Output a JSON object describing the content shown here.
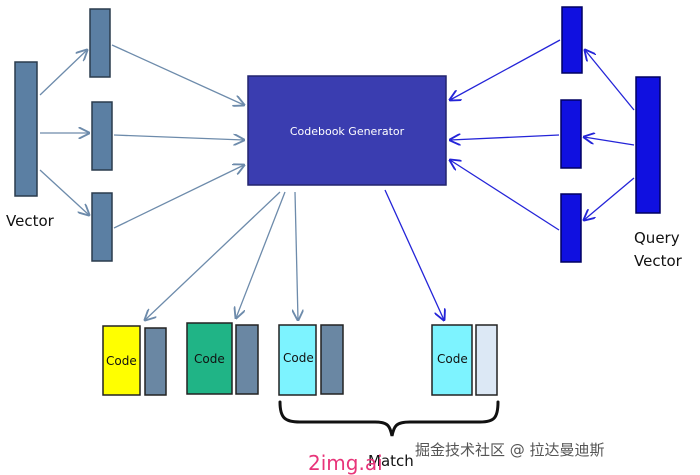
{
  "generator": {
    "label": "Codebook Generator"
  },
  "labels": {
    "vector": "Vector",
    "query_line1": "Query",
    "query_line2": "Vector",
    "match": "Match"
  },
  "code_blocks": [
    {
      "label": "Code",
      "color": "#ffff00",
      "side_color": "#6a87a3"
    },
    {
      "label": "Code",
      "color": "#20b486",
      "side_color": "#6a87a3"
    },
    {
      "label": "Code",
      "color": "#7df3ff",
      "side_color": "#6a87a3"
    },
    {
      "label": "Code",
      "color": "#7df3ff",
      "side_color": "#dce8f5"
    }
  ],
  "colors": {
    "left_vectors": "#5b7fa3",
    "right_vectors": "#1010e0",
    "generator_fill": "#3a3db0",
    "left_arrows": "#6d8bab",
    "right_arrows": "#2424d8"
  },
  "watermarks": {
    "site": "掘金技术社区 @ 拉达曼迪斯",
    "img": "2img.ai"
  }
}
